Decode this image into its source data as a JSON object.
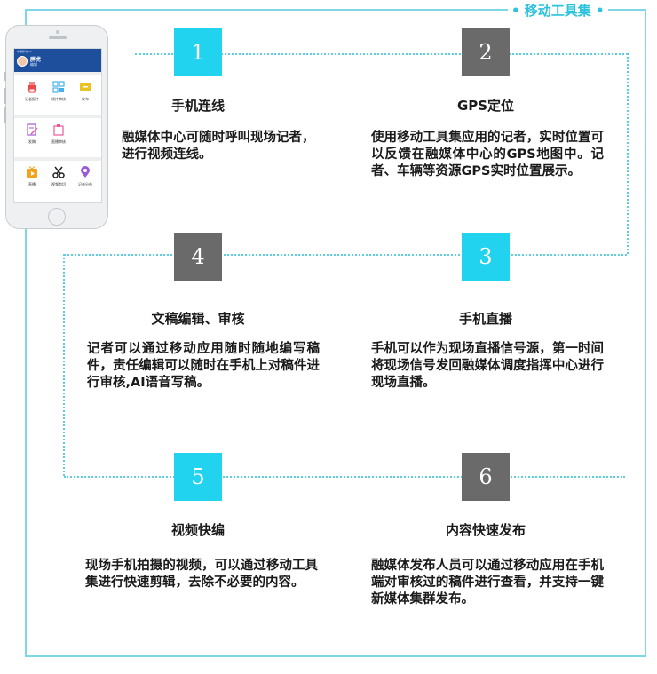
{
  "header": {
    "title": "• 移动工具集 •"
  },
  "phone": {
    "status": "中国移动 4G",
    "user_name": "胖虎",
    "user_role": "编辑",
    "apps": [
      {
        "label": "记者报片",
        "icon": "printer-icon",
        "color": "#e84a4a"
      },
      {
        "label": "线片审核",
        "icon": "grid-check-icon",
        "color": "#47b0e8"
      },
      {
        "label": "发布",
        "icon": "folder-icon",
        "color": "#e9c224"
      },
      {
        "label": "发稿",
        "icon": "edit-icon",
        "color": "#9b5ad6"
      },
      {
        "label": "直播审核",
        "icon": "clipboard-icon",
        "color": "#e85aa0"
      },
      {
        "label": "直播",
        "icon": "play-tv-icon",
        "color": "#f2a21b"
      },
      {
        "label": "视频剪切",
        "icon": "scissors-icon",
        "color": "#222222"
      },
      {
        "label": "记者分布",
        "icon": "map-pin-icon",
        "color": "#9b5ad6"
      }
    ]
  },
  "steps": [
    {
      "number": "1",
      "title": "手机连线",
      "text": "融媒体中心可随时呼叫现场记者，进行视频连线。"
    },
    {
      "number": "2",
      "title": "GPS定位",
      "text": "使用移动工具集应用的记者，实时位置可以反馈在融媒体中心的GPS地图中。记者、车辆等资源GPS实时位置展示。"
    },
    {
      "number": "3",
      "title": "手机直播",
      "text": "手机可以作为现场直播信号源，第一时间将现场信号发回融媒体调度指挥中心进行现场直播。"
    },
    {
      "number": "4",
      "title": "文稿编辑、审核",
      "text": "记者可以通过移动应用随时随地编写稿件，责任编辑可以随时在手机上对稿件进行审核,AI语音写稿。"
    },
    {
      "number": "5",
      "title": "视频快编",
      "text": "现场手机拍摄的视频，可以通过移动工具集进行快速剪辑，去除不必要的内容。"
    },
    {
      "number": "6",
      "title": "内容快速发布",
      "text": "融媒体发布人员可以通过移动应用在手机端对审核过的稿件进行查看，并支持一键新媒体集群发布。"
    }
  ],
  "colors": {
    "accent": "#22d3ef",
    "frame": "#7fd6e8",
    "gray_box": "#6a6a6a"
  }
}
